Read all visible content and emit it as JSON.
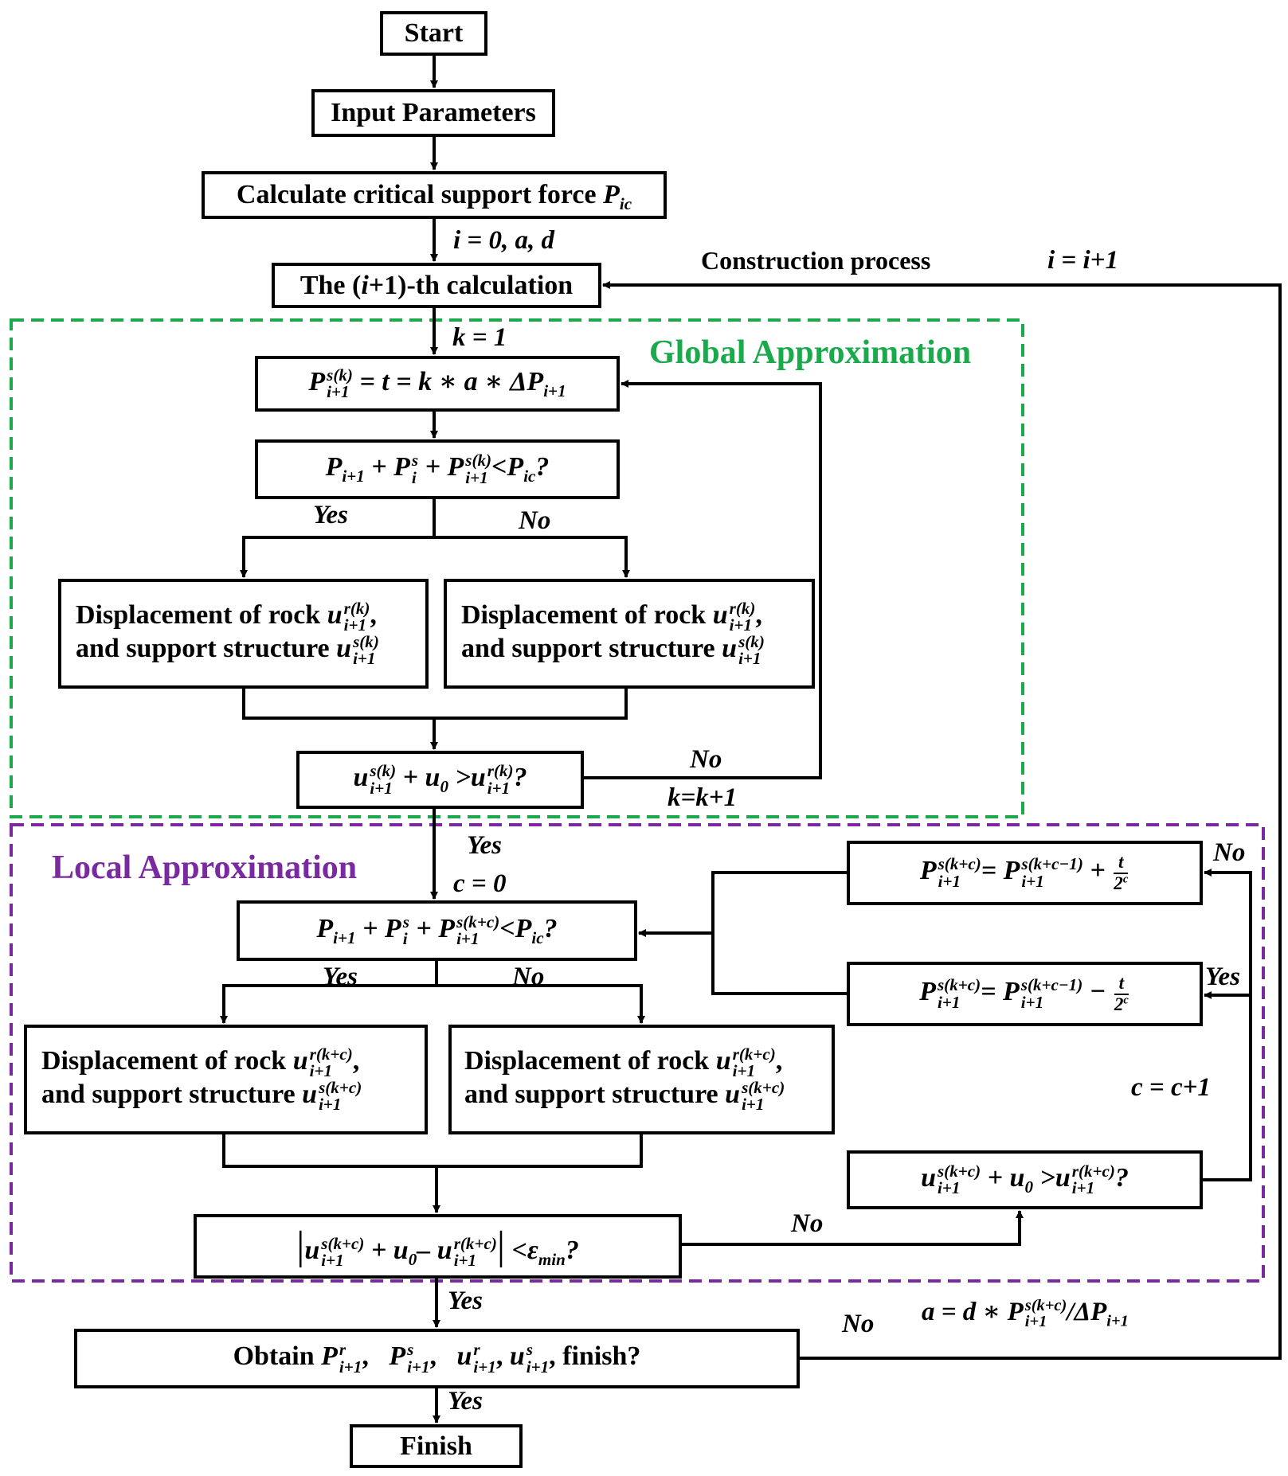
{
  "colors": {
    "global_region": "#1aaa4b",
    "local_region": "#7a2aa0",
    "line": "#000000"
  },
  "regions": {
    "global_title": "Global Approximation",
    "local_title": "Local Approximation"
  },
  "nodes": {
    "start": "Start",
    "input": "Input Parameters",
    "calc_critical_text": "Calculate critical support force ",
    "calc_critical_sym": "P",
    "calc_critical_sub": "ic",
    "calculation_pre": "The (",
    "calculation_i": "i",
    "calculation_post": "+1)-th calculation",
    "global_set_pre": "= t = k ∗ a ∗ ΔP",
    "global_check_suffix": "<P",
    "disp_line1": "Displacement of rock ",
    "disp_line2": "and support structure ",
    "obtain_pre": "Obtain ",
    "obtain_post": ", finish?",
    "finish": "Finish"
  },
  "labels": {
    "init": "i = 0, a, d",
    "construction": "Construction process",
    "i_increment": "i = i+1",
    "k_init": "k = 1",
    "yes": "Yes",
    "no": "No",
    "k_increment": "k=k+1",
    "c_init": "c = 0",
    "c_increment": "c = c+1",
    "a_update": "a = d ∗ P",
    "a_update_tail": "/ΔP"
  }
}
